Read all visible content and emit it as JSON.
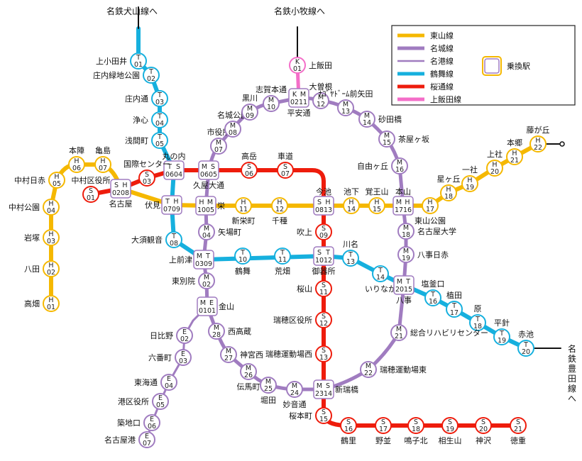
{
  "directions": {
    "inuyama": "名鉄犬山線へ",
    "komaki": "名鉄小牧線へ",
    "toyotashi": "名鉄豊田線へ"
  },
  "legend": {
    "higashiyama": "東山線",
    "meijo": "名城線",
    "meiko": "名港線",
    "tsurumai": "鶴舞線",
    "sakuradori": "桜通線",
    "kamiiida": "上飯田線",
    "transfer": "乗換駅"
  },
  "colors": {
    "higashiyama": "#f5b800",
    "meijo": "#a07cc0",
    "tsurumai": "#16b0de",
    "sakuradori": "#ee1c0c",
    "kamiiida": "#f46ec8",
    "meiko": "#a07cc0"
  },
  "stations": [
    {
      "name": "上小田井",
      "codes": [
        "T",
        "01"
      ],
      "line": "tsurumai"
    },
    {
      "name": "庄内緑地公園",
      "codes": [
        "T",
        "02"
      ],
      "line": "tsurumai"
    },
    {
      "name": "庄内通",
      "codes": [
        "T",
        "03"
      ],
      "line": "tsurumai"
    },
    {
      "name": "浄心",
      "codes": [
        "T",
        "04"
      ],
      "line": "tsurumai"
    },
    {
      "name": "浅間町",
      "codes": [
        "T",
        "05"
      ],
      "line": "tsurumai"
    },
    {
      "name": "丸の内",
      "codes": [
        "T",
        "06",
        "S",
        "04"
      ],
      "line": "transfer"
    },
    {
      "name": "伏見",
      "codes": [
        "T",
        "07",
        "H",
        "09"
      ],
      "line": "transfer"
    },
    {
      "name": "大須観音",
      "codes": [
        "T",
        "08"
      ],
      "line": "tsurumai"
    },
    {
      "name": "上前津",
      "codes": [
        "M",
        "03",
        "T",
        "09"
      ],
      "line": "transfer"
    },
    {
      "name": "鶴舞",
      "codes": [
        "T",
        "10"
      ],
      "line": "tsurumai"
    },
    {
      "name": "荒畑",
      "codes": [
        "T",
        "11"
      ],
      "line": "tsurumai"
    },
    {
      "name": "御器所",
      "codes": [
        "S",
        "10",
        "T",
        "12"
      ],
      "line": "transfer"
    },
    {
      "name": "川名",
      "codes": [
        "T",
        "13"
      ],
      "line": "tsurumai"
    },
    {
      "name": "いりなか",
      "codes": [
        "T",
        "14"
      ],
      "line": "tsurumai"
    },
    {
      "name": "八事",
      "codes": [
        "M",
        "20",
        "T",
        "15"
      ],
      "line": "transfer"
    },
    {
      "name": "塩釜口",
      "codes": [
        "T",
        "16"
      ],
      "line": "tsurumai"
    },
    {
      "name": "植田",
      "codes": [
        "T",
        "17"
      ],
      "line": "tsurumai"
    },
    {
      "name": "原",
      "codes": [
        "T",
        "18"
      ],
      "line": "tsurumai"
    },
    {
      "name": "平針",
      "codes": [
        "T",
        "19"
      ],
      "line": "tsurumai"
    },
    {
      "name": "赤池",
      "codes": [
        "T",
        "20"
      ],
      "line": "tsurumai"
    },
    {
      "name": "高畑",
      "codes": [
        "H",
        "01"
      ],
      "line": "higashiyama"
    },
    {
      "name": "八田",
      "codes": [
        "H",
        "02"
      ],
      "line": "higashiyama"
    },
    {
      "name": "岩塚",
      "codes": [
        "H",
        "03"
      ],
      "line": "higashiyama"
    },
    {
      "name": "中村公園",
      "codes": [
        "H",
        "04"
      ],
      "line": "higashiyama"
    },
    {
      "name": "中村日赤",
      "codes": [
        "H",
        "05"
      ],
      "line": "higashiyama"
    },
    {
      "name": "本陣",
      "codes": [
        "H",
        "06"
      ],
      "line": "higashiyama"
    },
    {
      "name": "亀島",
      "codes": [
        "H",
        "07"
      ],
      "line": "higashiyama"
    },
    {
      "name": "名古屋",
      "codes": [
        "S",
        "02",
        "H",
        "08"
      ],
      "line": "transfer"
    },
    {
      "name": "栄",
      "codes": [
        "H",
        "10",
        "M",
        "05"
      ],
      "line": "transfer"
    },
    {
      "name": "新栄町",
      "codes": [
        "H",
        "11"
      ],
      "line": "higashiyama"
    },
    {
      "name": "千種",
      "codes": [
        "H",
        "12"
      ],
      "line": "higashiyama"
    },
    {
      "name": "今池",
      "codes": [
        "S",
        "08",
        "H",
        "13"
      ],
      "line": "transfer"
    },
    {
      "name": "池下",
      "codes": [
        "H",
        "14"
      ],
      "line": "higashiyama"
    },
    {
      "name": "覚王山",
      "codes": [
        "H",
        "15"
      ],
      "line": "higashiyama"
    },
    {
      "name": "本山",
      "codes": [
        "M",
        "17",
        "H",
        "16"
      ],
      "line": "transfer"
    },
    {
      "name": "東山公園",
      "codes": [
        "H",
        "17"
      ],
      "line": "higashiyama"
    },
    {
      "name": "星ヶ丘",
      "codes": [
        "H",
        "18"
      ],
      "line": "higashiyama"
    },
    {
      "name": "一社",
      "codes": [
        "H",
        "19"
      ],
      "line": "higashiyama"
    },
    {
      "name": "上社",
      "codes": [
        "H",
        "20"
      ],
      "line": "higashiyama"
    },
    {
      "name": "本郷",
      "codes": [
        "H",
        "21"
      ],
      "line": "higashiyama"
    },
    {
      "name": "藤が丘",
      "codes": [
        "H",
        "22"
      ],
      "line": "higashiyama"
    },
    {
      "name": "名古屋大学",
      "codes": [
        "M",
        "18"
      ],
      "line": "meijo"
    },
    {
      "name": "八事日赤",
      "codes": [
        "M",
        "19"
      ],
      "line": "meijo"
    },
    {
      "name": "総合リハビリセンター",
      "codes": [
        "M",
        "21"
      ],
      "line": "meijo"
    },
    {
      "name": "瑞穂運動場東",
      "codes": [
        "M",
        "22"
      ],
      "line": "meijo"
    },
    {
      "name": "新瑞橋",
      "codes": [
        "M",
        "23",
        "S",
        "14"
      ],
      "line": "transfer"
    },
    {
      "name": "妙音通",
      "codes": [
        "M",
        "24"
      ],
      "line": "meijo"
    },
    {
      "name": "堀田",
      "codes": [
        "M",
        "25"
      ],
      "line": "meijo"
    },
    {
      "name": "伝馬町",
      "codes": [
        "M",
        "26"
      ],
      "line": "meijo"
    },
    {
      "name": "神宮西",
      "codes": [
        "M",
        "27"
      ],
      "line": "meijo"
    },
    {
      "name": "西高蔵",
      "codes": [
        "M",
        "28"
      ],
      "line": "meijo"
    },
    {
      "name": "金山",
      "codes": [
        "M",
        "01",
        "E",
        "01"
      ],
      "line": "transfer"
    },
    {
      "name": "東別院",
      "codes": [
        "M",
        "02"
      ],
      "line": "meijo"
    },
    {
      "name": "矢場町",
      "codes": [
        "M",
        "04"
      ],
      "line": "meijo"
    },
    {
      "name": "久屋大通",
      "codes": [
        "M",
        "06",
        "S",
        "05"
      ],
      "line": "transfer"
    },
    {
      "name": "市役所",
      "codes": [
        "M",
        "07"
      ],
      "line": "meijo"
    },
    {
      "name": "名城公園",
      "codes": [
        "M",
        "08"
      ],
      "line": "meijo"
    },
    {
      "name": "黒川",
      "codes": [
        "M",
        "09"
      ],
      "line": "meijo"
    },
    {
      "name": "志賀本通",
      "codes": [
        "M",
        "10"
      ],
      "line": "meijo"
    },
    {
      "name": "平安通",
      "codes": [
        "K",
        "02",
        "M",
        "11"
      ],
      "line": "transfer"
    },
    {
      "name": "大曽根",
      "codes": [
        "M",
        "12"
      ],
      "line": "meijo"
    },
    {
      "name": "ﾅｺﾞﾔﾄﾞｰﾑ前矢田",
      "codes": [
        "M",
        "13"
      ],
      "line": "meijo"
    },
    {
      "name": "砂田橋",
      "codes": [
        "M",
        "14"
      ],
      "line": "meijo"
    },
    {
      "name": "茶屋ヶ坂",
      "codes": [
        "M",
        "15"
      ],
      "line": "meijo"
    },
    {
      "name": "自由ヶ丘",
      "codes": [
        "M",
        "16"
      ],
      "line": "meijo"
    },
    {
      "name": "上飯田",
      "codes": [
        "K",
        "01"
      ],
      "line": "kamiiida"
    },
    {
      "name": "日比野",
      "codes": [
        "E",
        "02"
      ],
      "line": "meiko"
    },
    {
      "name": "六番町",
      "codes": [
        "E",
        "03"
      ],
      "line": "meiko"
    },
    {
      "name": "東海通",
      "codes": [
        "E",
        "04"
      ],
      "line": "meiko"
    },
    {
      "name": "港区役所",
      "codes": [
        "E",
        "05"
      ],
      "line": "meiko"
    },
    {
      "name": "築地口",
      "codes": [
        "E",
        "06"
      ],
      "line": "meiko"
    },
    {
      "name": "名古屋港",
      "codes": [
        "E",
        "07"
      ],
      "line": "meiko"
    },
    {
      "name": "中村区役所",
      "codes": [
        "S",
        "01"
      ],
      "line": "sakuradori"
    },
    {
      "name": "国際センター",
      "codes": [
        "S",
        "03"
      ],
      "line": "sakuradori"
    },
    {
      "name": "高岳",
      "codes": [
        "S",
        "06"
      ],
      "line": "sakuradori"
    },
    {
      "name": "車道",
      "codes": [
        "S",
        "07"
      ],
      "line": "sakuradori"
    },
    {
      "name": "吹上",
      "codes": [
        "S",
        "09"
      ],
      "line": "sakuradori"
    },
    {
      "name": "桜山",
      "codes": [
        "S",
        "11"
      ],
      "line": "sakuradori"
    },
    {
      "name": "瑞穂区役所",
      "codes": [
        "S",
        "12"
      ],
      "line": "sakuradori"
    },
    {
      "name": "瑞穂運動場西",
      "codes": [
        "S",
        "13"
      ],
      "line": "sakuradori"
    },
    {
      "name": "桜本町",
      "codes": [
        "S",
        "15"
      ],
      "line": "sakuradori"
    },
    {
      "name": "鶴里",
      "codes": [
        "S",
        "16"
      ],
      "line": "sakuradori"
    },
    {
      "name": "野並",
      "codes": [
        "S",
        "17"
      ],
      "line": "sakuradori"
    },
    {
      "name": "鳴子北",
      "codes": [
        "S",
        "18"
      ],
      "line": "sakuradori"
    },
    {
      "name": "相生山",
      "codes": [
        "S",
        "19"
      ],
      "line": "sakuradori"
    },
    {
      "name": "神沢",
      "codes": [
        "S",
        "20"
      ],
      "line": "sakuradori"
    },
    {
      "name": "徳重",
      "codes": [
        "S",
        "21"
      ],
      "line": "sakuradori"
    }
  ]
}
